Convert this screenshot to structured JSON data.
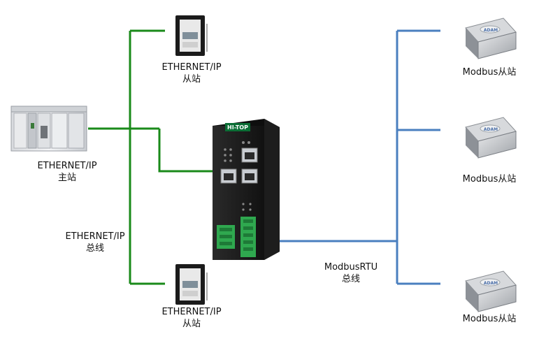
{
  "colors": {
    "ethernet_bus": "#1a8a1a",
    "modbus_bus": "#4a7fbf"
  },
  "icons": {
    "plc": "plc-rack-icon",
    "drive": "servo-drive-icon",
    "gateway": "gateway-device-icon",
    "adam": "adam-module-icon"
  },
  "labels": {
    "master": "ETHERNET/IP\n主站",
    "slave_top": "ETHERNET/IP\n从站",
    "slave_bottom": "ETHERNET/IP\n从站",
    "ethernet_bus": "ETHERNET/IP\n总线",
    "modbus_bus": "ModbusRTU\n总线",
    "modbus_slave_1": "Modbus从站",
    "modbus_slave_2": "Modbus从站",
    "modbus_slave_3": "Modbus从站",
    "gateway_brand": "HI-TOP",
    "adam_brand": "ADAM"
  }
}
